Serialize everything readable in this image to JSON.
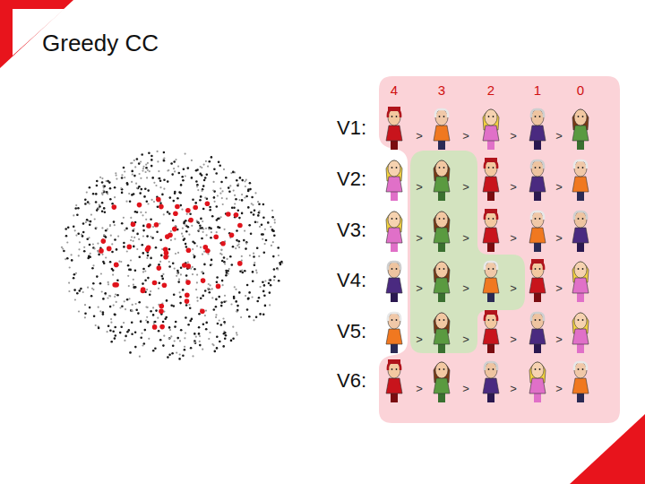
{
  "diagram": {
    "title": "Greedy CC",
    "labels": [
      "4",
      "3",
      "2",
      "1",
      "0",
      "V1:",
      ">",
      ">",
      ">",
      ">",
      "V2:",
      ">",
      ">",
      ">",
      ">",
      "V3:",
      ">",
      ">",
      ">",
      ">",
      "V4:",
      ">",
      ">",
      ">",
      ">",
      "V5:",
      ">",
      ">",
      ">",
      ">",
      "V6:",
      ">",
      ">",
      ">",
      ">"
    ]
  }
}
